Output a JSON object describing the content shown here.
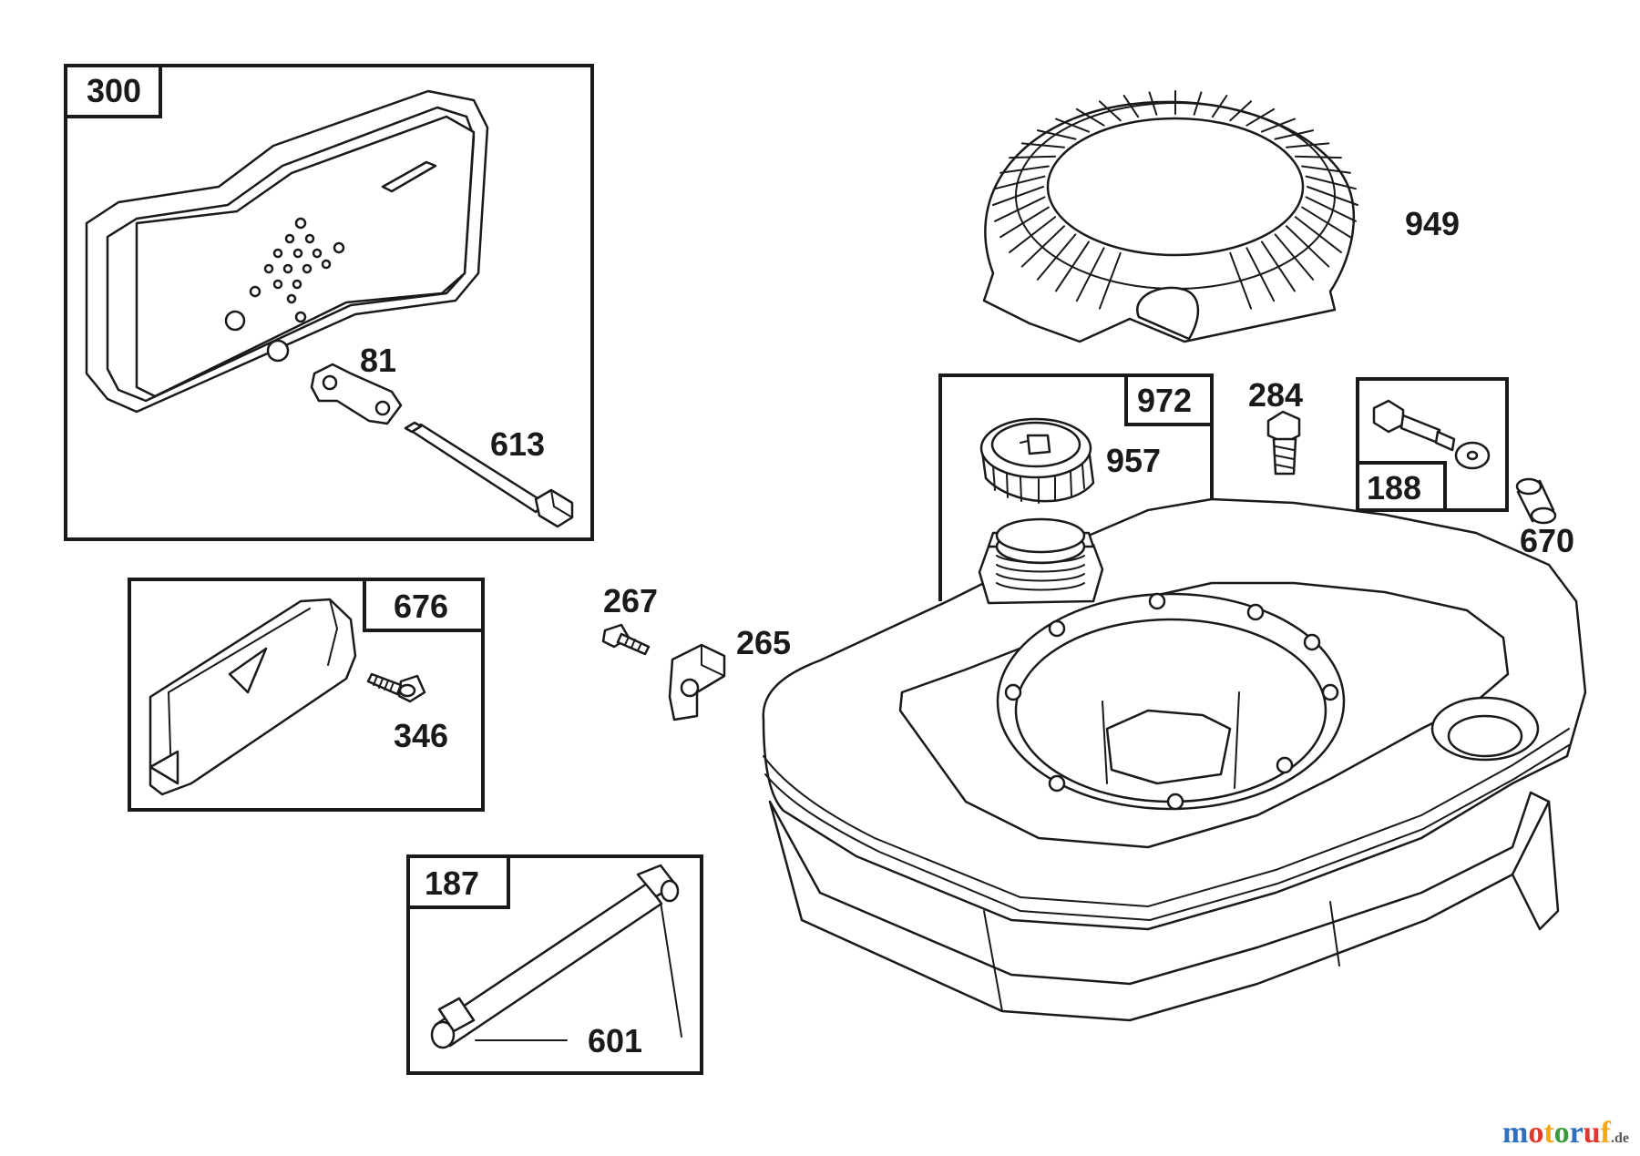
{
  "groups": {
    "g300": "300",
    "g676": "676",
    "g187": "187",
    "g972": "972",
    "g188": "188"
  },
  "parts": {
    "p81": "81",
    "p613": "613",
    "p346": "346",
    "p601": "601",
    "p957": "957",
    "p949": "949",
    "p284": "284",
    "p670": "670",
    "p267": "267",
    "p265": "265"
  },
  "watermark": {
    "text": "motoruf",
    "suffix": ".de",
    "colors": [
      "#2f6fbf",
      "#e0392b",
      "#f2a81d",
      "#3a9a3a"
    ]
  }
}
